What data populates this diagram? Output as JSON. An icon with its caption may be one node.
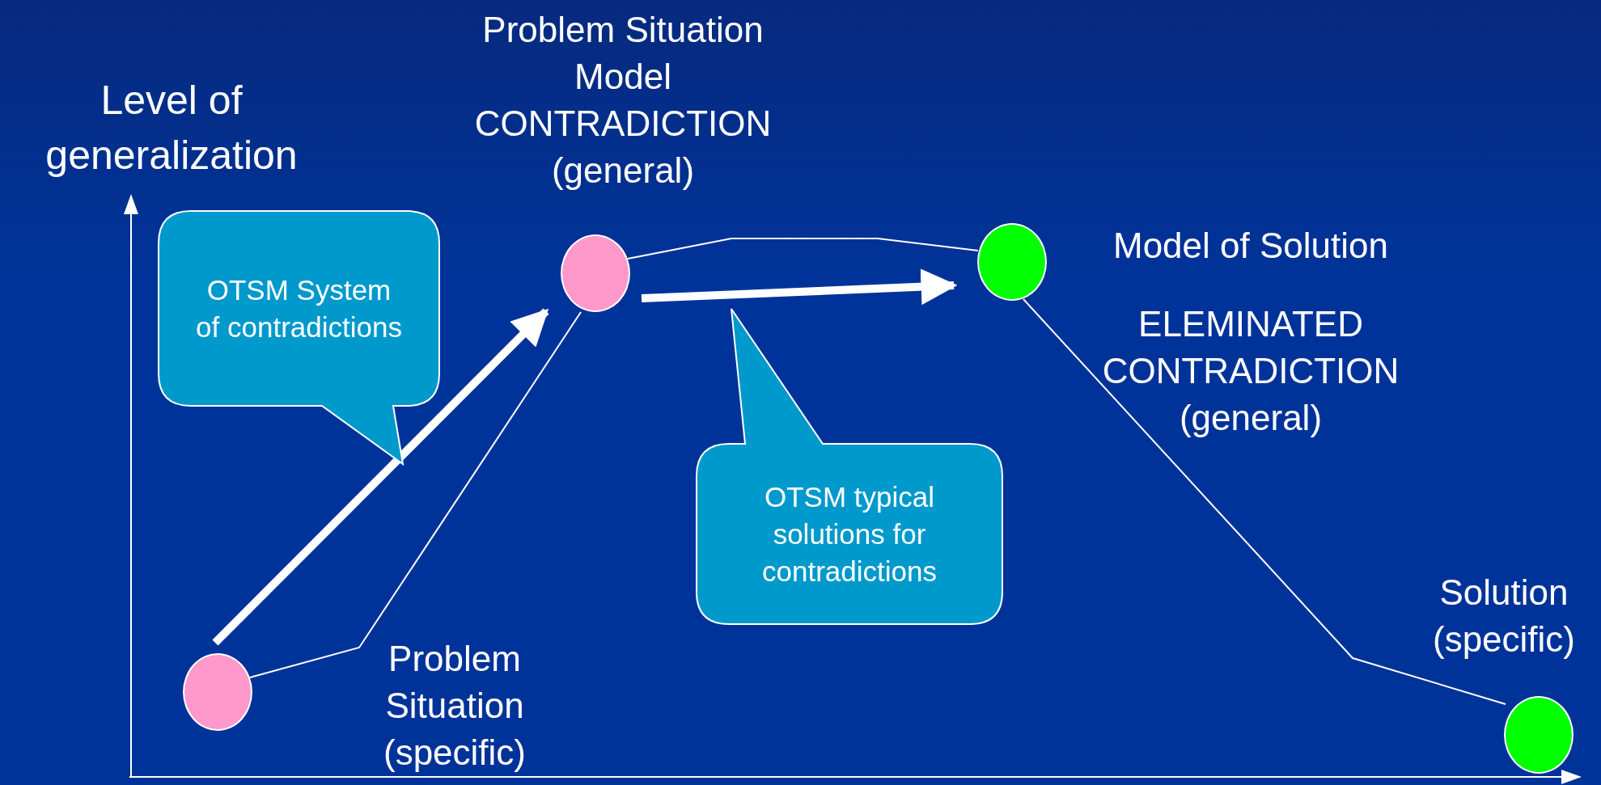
{
  "diagram": {
    "nodes": [
      {
        "text": [],
        "shape": "circle",
        "beside": [
          "Problem Situation (specific)"
        ]
      },
      {
        "text": [],
        "shape": "circle",
        "beside": [
          "Problem Situation Model CONTRADICTION (general)"
        ]
      },
      {
        "text": [],
        "shape": "circle",
        "beside": [
          "Model of Solution",
          "ELEMINATED CONTRADICTION (general)"
        ]
      },
      {
        "text": [],
        "shape": "circle",
        "beside": [
          "Solution (specific)"
        ]
      },
      {
        "text": [
          "OTSM System of contradictions"
        ]
      },
      {
        "text": [
          "OTSM typical solutions for contradictions"
        ]
      }
    ],
    "edges": [
      {
        "from": 0,
        "to": 1,
        "arrow": "none"
      },
      {
        "from": 1,
        "to": 2,
        "arrow": "none"
      },
      {
        "from": 2,
        "to": 3,
        "arrow": "none"
      },
      {
        "from": 0,
        "to": 1,
        "arrow": "to",
        "style": "thick"
      },
      {
        "from": 1,
        "to": 2,
        "arrow": "to",
        "style": "thick"
      }
    ],
    "labels": [
      "Level of generalization"
    ]
  }
}
